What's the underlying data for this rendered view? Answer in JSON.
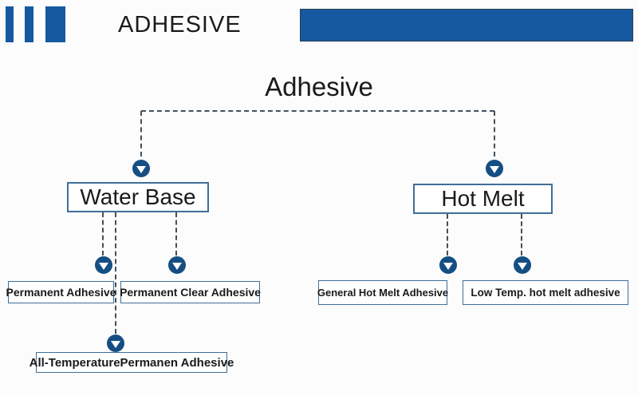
{
  "header": {
    "title": "ADHESIVE"
  },
  "diagram": {
    "root": {
      "label": "Adhesive"
    },
    "level1": {
      "water_base": {
        "label": "Water Base"
      },
      "hot_melt": {
        "label": "Hot Melt"
      }
    },
    "level2": {
      "permanent": {
        "label": "Permanent Adhesive"
      },
      "permanent_clear": {
        "label": "Permanent Clear Adhesive"
      },
      "general_hot_melt": {
        "label": "General Hot Melt Adhesive"
      },
      "low_temp_hot_melt": {
        "label": "Low Temp. hot melt adhesive"
      }
    },
    "level3": {
      "all_temperature": {
        "label": "All-TemperaturePermanen Adhesive"
      }
    }
  },
  "colors": {
    "brand_blue": "#1659A1",
    "arrow_blue": "#154E83",
    "box_border": "#3F6E99",
    "connector": "#42505C",
    "text": "#1A1A1A",
    "background": "#FCFCFC"
  }
}
